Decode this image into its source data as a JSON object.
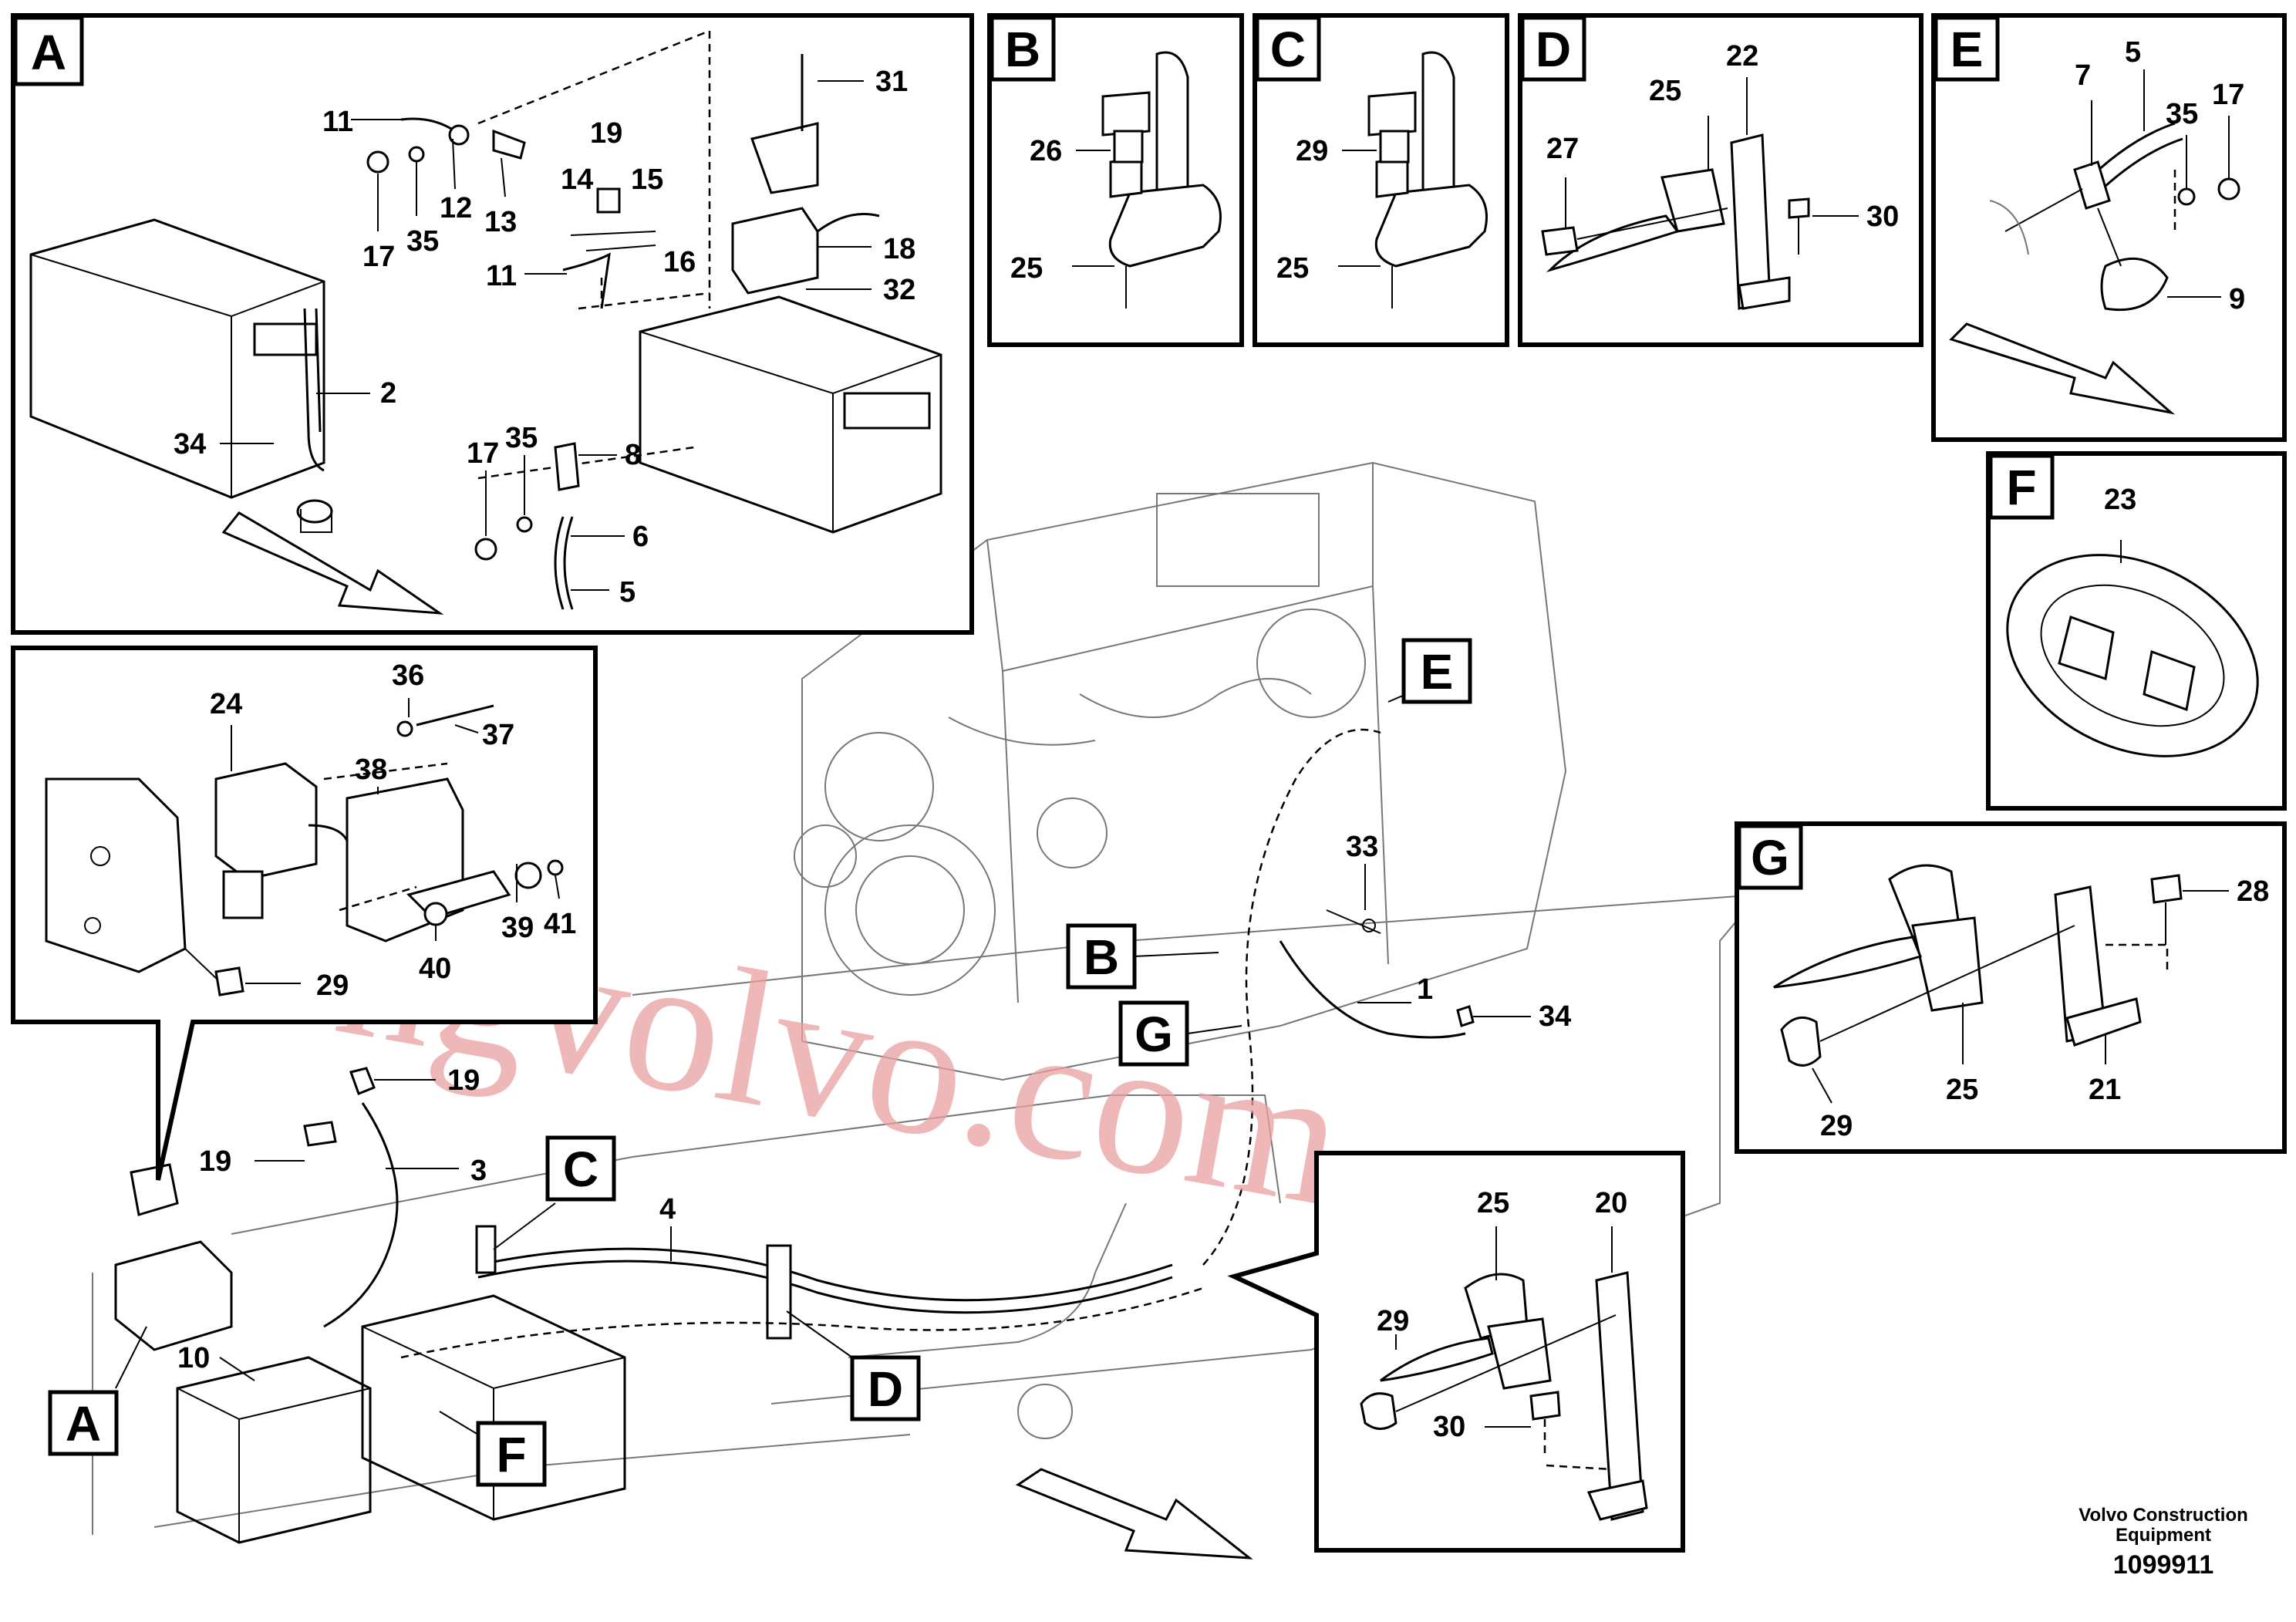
{
  "panels": {
    "A": "A",
    "B": "B",
    "C": "C",
    "D": "D",
    "E": "E",
    "F": "F",
    "G": "G"
  },
  "callouts": {
    "A": {
      "11a": "11",
      "12": "12",
      "13": "13",
      "17a": "17",
      "35a": "35",
      "19": "19",
      "14": "14",
      "15": "15",
      "11b": "11",
      "16": "16",
      "31": "31",
      "18": "18",
      "32": "32",
      "2": "2",
      "34": "34",
      "17b": "17",
      "35b": "35",
      "8": "8",
      "6": "6",
      "5": "5"
    },
    "B": {
      "26": "26",
      "25": "25"
    },
    "C": {
      "29": "29",
      "25": "25"
    },
    "D": {
      "25": "25",
      "22": "22",
      "27": "27",
      "30": "30"
    },
    "E": {
      "7": "7",
      "5": "5",
      "35": "35",
      "17": "17",
      "9": "9"
    },
    "F": {
      "23": "23"
    },
    "G": {
      "28": "28",
      "25": "25",
      "21": "21",
      "29": "29"
    },
    "inset": {
      "36": "36",
      "37": "37",
      "24": "24",
      "38": "38",
      "39": "39",
      "41": "41",
      "29": "29",
      "40": "40"
    },
    "detail": {
      "25": "25",
      "20": "20",
      "29": "29",
      "30": "30"
    },
    "main": {
      "19a": "19",
      "19b": "19",
      "3": "3",
      "4": "4",
      "10": "10",
      "33": "33",
      "1": "1",
      "34": "34"
    }
  },
  "credit": {
    "line1": "Volvo Construction",
    "line2": "Equipment",
    "doc_number": "1099911"
  },
  "watermark": "strongvolvo.com"
}
